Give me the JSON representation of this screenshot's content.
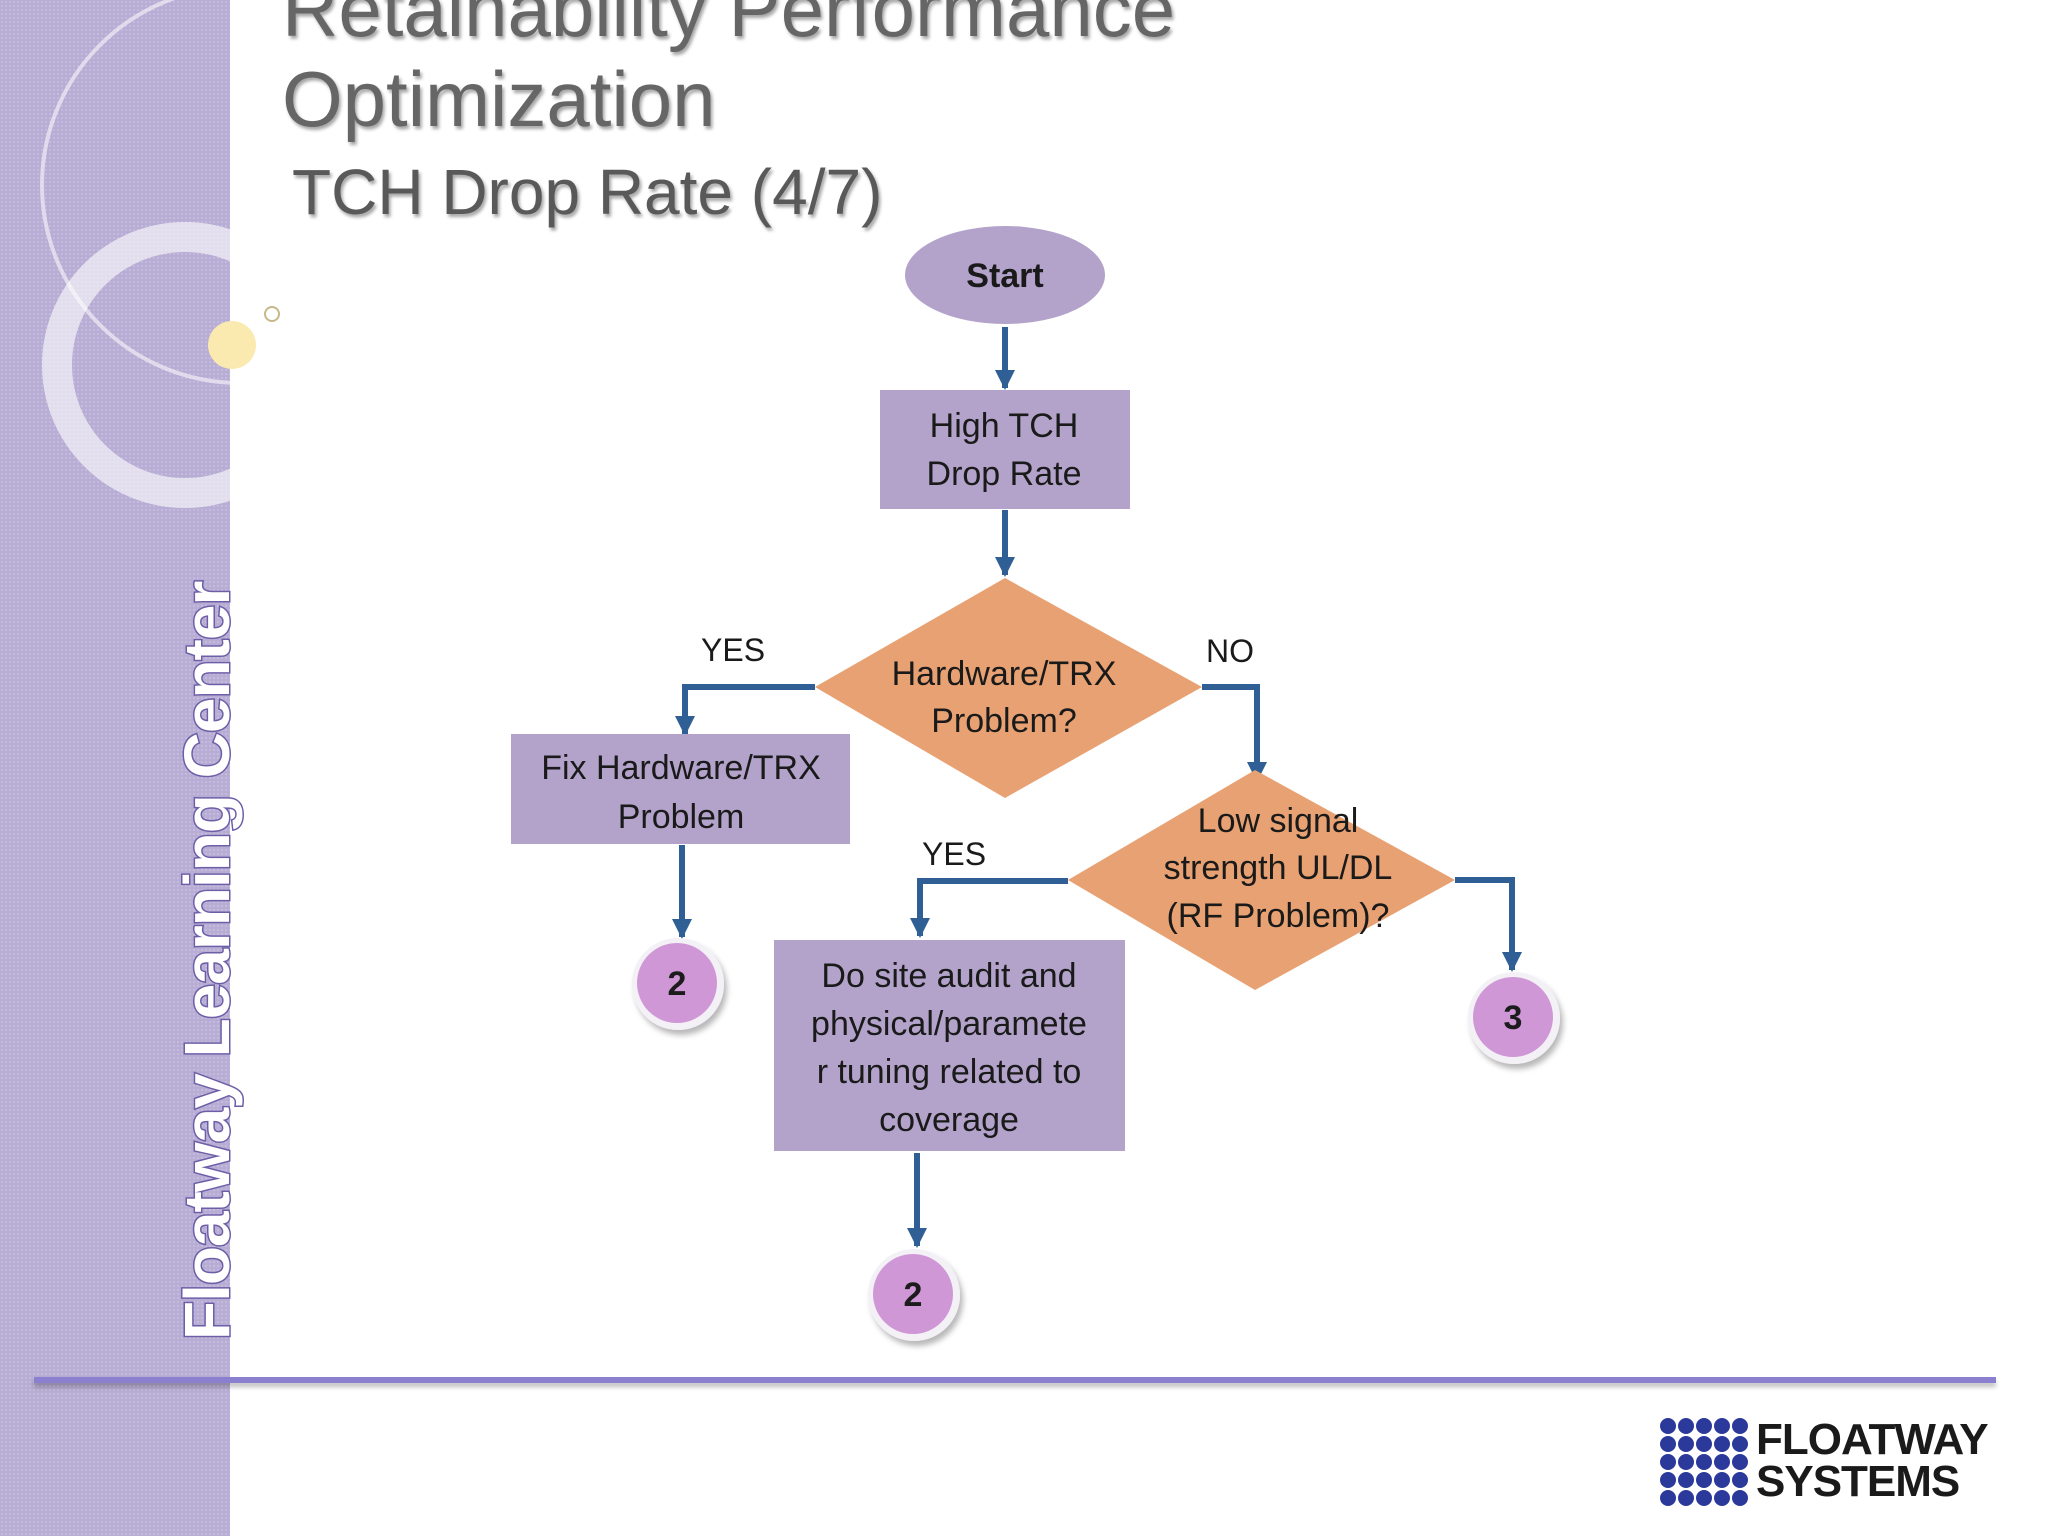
{
  "slide": {
    "title_line1": "Retainability Performance",
    "title_line2": "Optimization",
    "subtitle": "TCH Drop Rate (4/7)",
    "sidebar_text": "Floatway Learning Center"
  },
  "flowchart": {
    "start": "Start",
    "high_tch": [
      "High TCH",
      "Drop Rate"
    ],
    "decision_hw": [
      "Hardware/TRX",
      "Problem?"
    ],
    "fix_hw": [
      "Fix Hardware/TRX",
      "Problem"
    ],
    "decision_rf": [
      "Low signal",
      "strength UL/DL",
      "(RF Problem)?"
    ],
    "site_audit": [
      "Do site audit and",
      "physical/paramete",
      "r tuning related to",
      "coverage"
    ],
    "connector_hw": "2",
    "connector_audit": "2",
    "connector_no": "3",
    "label_hw_yes": "YES",
    "label_hw_no": "NO",
    "label_rf_yes": "YES"
  },
  "logo": {
    "line1": "FLOATWAY",
    "line2": "SYSTEMS"
  },
  "colors": {
    "sidebar": "#b7acd3",
    "process_box": "#b3a3cb",
    "decision": "#e8a172",
    "connector": "#cf97d6",
    "arrow": "#2f5f95",
    "footer_line": "#8b7fd0",
    "logo_dots": "#2b3a9a"
  }
}
